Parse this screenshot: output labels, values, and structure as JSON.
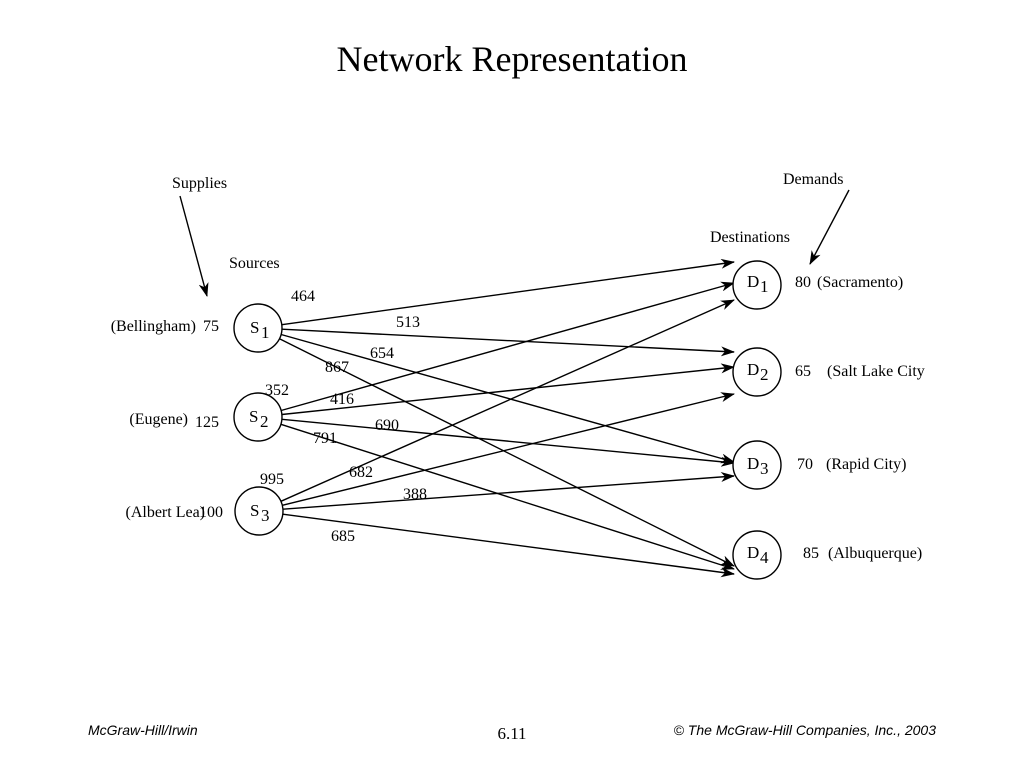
{
  "slide": {
    "title": "Network Representation",
    "footer_left": "McGraw-Hill/Irwin",
    "footer_center": "6.11",
    "footer_right": "© The McGraw-Hill Companies, Inc., 2003"
  },
  "diagram": {
    "labels": {
      "supplies": "Supplies",
      "demands": "Demands",
      "sources": "Sources",
      "destinations": "Destinations"
    },
    "sources": [
      {
        "id": "S1",
        "letter": "S",
        "sub": "1",
        "city": "(Bellingham)",
        "supply": "75"
      },
      {
        "id": "S2",
        "letter": "S",
        "sub": "2",
        "city": "(Eugene)",
        "supply": "125"
      },
      {
        "id": "S3",
        "letter": "S",
        "sub": "3",
        "city": "(Albert Lea)",
        "supply": "100"
      }
    ],
    "destinations": [
      {
        "id": "D1",
        "letter": "D",
        "sub": "1",
        "city": "(Sacramento)",
        "demand": "80"
      },
      {
        "id": "D2",
        "letter": "D",
        "sub": "2",
        "city": "(Salt Lake City",
        "demand": "65"
      },
      {
        "id": "D3",
        "letter": "D",
        "sub": "3",
        "city": "(Rapid City)",
        "demand": "70"
      },
      {
        "id": "D4",
        "letter": "D",
        "sub": "4",
        "city": "(Albuquerque)",
        "demand": "85"
      }
    ],
    "edges": [
      {
        "from": "S1",
        "to": "D1",
        "cost": "464"
      },
      {
        "from": "S1",
        "to": "D2",
        "cost": "513"
      },
      {
        "from": "S1",
        "to": "D3",
        "cost": "654"
      },
      {
        "from": "S1",
        "to": "D4",
        "cost": "867"
      },
      {
        "from": "S2",
        "to": "D1",
        "cost": "352"
      },
      {
        "from": "S2",
        "to": "D2",
        "cost": "416"
      },
      {
        "from": "S2",
        "to": "D3",
        "cost": "690"
      },
      {
        "from": "S2",
        "to": "D4",
        "cost": "791"
      },
      {
        "from": "S3",
        "to": "D1",
        "cost": "995"
      },
      {
        "from": "S3",
        "to": "D2",
        "cost": "682"
      },
      {
        "from": "S3",
        "to": "D3",
        "cost": "388"
      },
      {
        "from": "S3",
        "to": "D4",
        "cost": "685"
      }
    ]
  },
  "chart_data": {
    "type": "network",
    "nodes": [
      "S1",
      "S2",
      "S3",
      "D1",
      "D2",
      "D3",
      "D4"
    ],
    "supplies": {
      "S1": 75,
      "S2": 125,
      "S3": 100
    },
    "demands": {
      "D1": 80,
      "D2": 65,
      "D3": 70,
      "D4": 85
    },
    "edges": [
      {
        "from": "S1",
        "to": "D1",
        "value": 464
      },
      {
        "from": "S1",
        "to": "D2",
        "value": 513
      },
      {
        "from": "S1",
        "to": "D3",
        "value": 654
      },
      {
        "from": "S1",
        "to": "D4",
        "value": 867
      },
      {
        "from": "S2",
        "to": "D1",
        "value": 352
      },
      {
        "from": "S2",
        "to": "D2",
        "value": 416
      },
      {
        "from": "S2",
        "to": "D3",
        "value": 690
      },
      {
        "from": "S2",
        "to": "D4",
        "value": 791
      },
      {
        "from": "S3",
        "to": "D1",
        "value": 995
      },
      {
        "from": "S3",
        "to": "D2",
        "value": 682
      },
      {
        "from": "S3",
        "to": "D3",
        "value": 388
      },
      {
        "from": "S3",
        "to": "D4",
        "value": 685
      }
    ]
  }
}
